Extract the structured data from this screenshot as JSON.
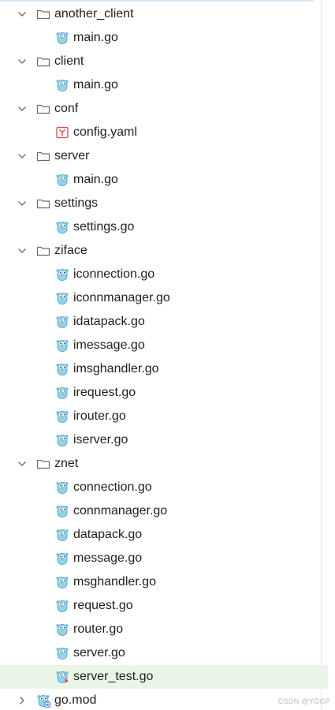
{
  "tree": {
    "items": [
      {
        "label": "another_client",
        "kind": "folder",
        "depth": 0,
        "expanded": true
      },
      {
        "label": "main.go",
        "kind": "go",
        "depth": 1
      },
      {
        "label": "client",
        "kind": "folder",
        "depth": 0,
        "expanded": true
      },
      {
        "label": "main.go",
        "kind": "go",
        "depth": 1
      },
      {
        "label": "conf",
        "kind": "folder",
        "depth": 0,
        "expanded": true
      },
      {
        "label": "config.yaml",
        "kind": "yaml",
        "depth": 1
      },
      {
        "label": "server",
        "kind": "folder",
        "depth": 0,
        "expanded": true
      },
      {
        "label": "main.go",
        "kind": "go",
        "depth": 1
      },
      {
        "label": "settings",
        "kind": "folder",
        "depth": 0,
        "expanded": true
      },
      {
        "label": "settings.go",
        "kind": "go",
        "depth": 1
      },
      {
        "label": "ziface",
        "kind": "folder",
        "depth": 0,
        "expanded": true
      },
      {
        "label": "iconnection.go",
        "kind": "go",
        "depth": 1
      },
      {
        "label": "iconnmanager.go",
        "kind": "go",
        "depth": 1
      },
      {
        "label": "idatapack.go",
        "kind": "go",
        "depth": 1
      },
      {
        "label": "imessage.go",
        "kind": "go",
        "depth": 1
      },
      {
        "label": "imsghandler.go",
        "kind": "go",
        "depth": 1
      },
      {
        "label": "irequest.go",
        "kind": "go",
        "depth": 1
      },
      {
        "label": "irouter.go",
        "kind": "go",
        "depth": 1
      },
      {
        "label": "iserver.go",
        "kind": "go",
        "depth": 1
      },
      {
        "label": "znet",
        "kind": "folder",
        "depth": 0,
        "expanded": true
      },
      {
        "label": "connection.go",
        "kind": "go",
        "depth": 1
      },
      {
        "label": "connmanager.go",
        "kind": "go",
        "depth": 1
      },
      {
        "label": "datapack.go",
        "kind": "go",
        "depth": 1
      },
      {
        "label": "message.go",
        "kind": "go",
        "depth": 1
      },
      {
        "label": "msghandler.go",
        "kind": "go",
        "depth": 1
      },
      {
        "label": "request.go",
        "kind": "go",
        "depth": 1
      },
      {
        "label": "router.go",
        "kind": "go",
        "depth": 1
      },
      {
        "label": "server.go",
        "kind": "go",
        "depth": 1
      },
      {
        "label": "server_test.go",
        "kind": "gotest",
        "depth": 1,
        "selected": true
      },
      {
        "label": "go.mod",
        "kind": "gomod",
        "depth": 0,
        "expanded": false
      }
    ]
  },
  "watermark": "CSDN @YGGP",
  "colors": {
    "selected_row": "#e9f6e7",
    "gopher": "#8fd3ec",
    "yaml_red": "#e0474c",
    "test_red": "#e0474c",
    "mod_blue": "#4d86e6"
  }
}
